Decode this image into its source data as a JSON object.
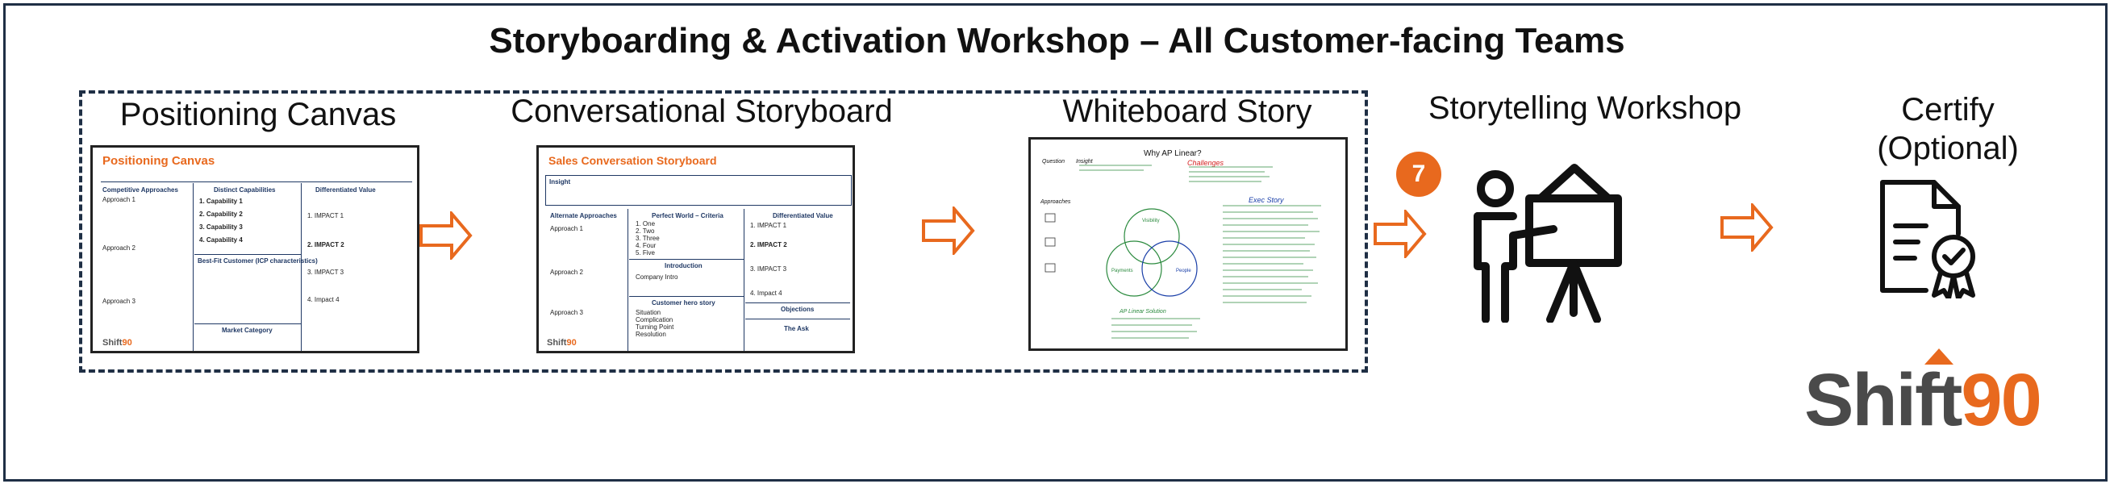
{
  "title": "Storyboarding & Activation Workshop – All Customer-facing Teams",
  "stages": {
    "positioning_canvas": "Positioning Canvas",
    "conversational_storyboard": "Conversational Storyboard",
    "whiteboard_story": "Whiteboard Story",
    "storytelling_workshop": "Storytelling Workshop",
    "certify_line1": "Certify",
    "certify_line2": "(Optional)"
  },
  "badge": "7",
  "logo": {
    "text": "Shift",
    "number": "90"
  },
  "positioning_thumb": {
    "title": "Positioning Canvas",
    "competitive": "Competitive Approaches",
    "approaches": [
      "Approach 1",
      "Approach 2",
      "Approach 3"
    ],
    "distinct": "Distinct Capabilities",
    "capabilities": [
      "1. Capability 1",
      "2. Capability 2",
      "3. Capability 3",
      "4. Capability 4"
    ],
    "differentiated": "Differentiated Value",
    "impacts": [
      "1. IMPACT 1",
      "2. IMPACT 2",
      "3. IMPACT 3",
      "4. Impact 4"
    ],
    "bestfit": "Best-Fit Customer (ICP characteristics)",
    "market": "Market Category",
    "logo": "Shift",
    "logo_num": "90"
  },
  "storyboard_thumb": {
    "title": "Sales Conversation Storyboard",
    "insight": "Insight",
    "alternate": "Alternate Approaches",
    "approaches": [
      "Approach 1",
      "Approach 2",
      "Approach 3"
    ],
    "perfect": "Perfect World – Criteria",
    "criteria": [
      "1.    One",
      "2.    Two",
      "3.    Three",
      "4.    Four",
      "5.    Five"
    ],
    "differentiated": "Differentiated Value",
    "impacts": [
      "1. IMPACT 1",
      "2. IMPACT 2",
      "3. IMPACT 3",
      "4. Impact 4"
    ],
    "introduction": "Introduction",
    "company": "Company Intro",
    "hero": "Customer hero story",
    "hero_lines": [
      "Situation",
      "Complication",
      "Turning Point",
      "Resolution"
    ],
    "objections": "Objections",
    "ask": "The Ask",
    "logo": "Shift",
    "logo_num": "90"
  },
  "whiteboard_thumb": {
    "title": "Why AP Linear?",
    "question": "Question",
    "insight": "Insight",
    "challenges": "Challenges",
    "approaches": "Approaches",
    "exec": "Exec Story",
    "venn": [
      "Visibility",
      "Payments",
      "People"
    ],
    "footer": "AP Linear Solution"
  },
  "colors": {
    "accent": "#e8691e",
    "navy": "#1f2f45",
    "logo_grey": "#4a4a4a"
  }
}
